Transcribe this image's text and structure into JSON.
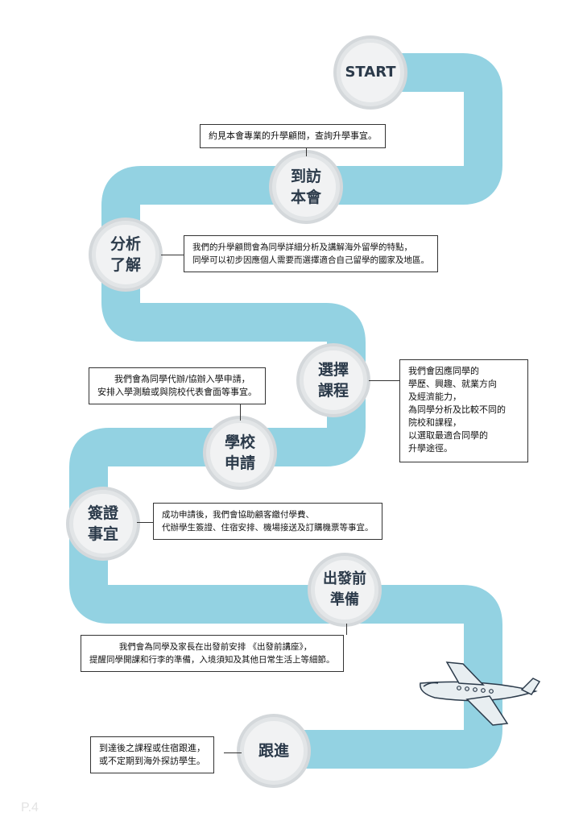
{
  "colors": {
    "path": "#93d2e2",
    "node_fill": "#f1f2f3",
    "node_text": "#2b3a4a"
  },
  "steps": [
    {
      "label": "START"
    },
    {
      "label": "到訪\n本會",
      "desc": "約見本會專業的升學顧問，查詢升學事宜。"
    },
    {
      "label": "分析\n了解",
      "desc": "我們的升學顧問會為同學詳細分析及講解海外留學的特點，\n同學可以初步因應個人需要而選擇適合自己留學的國家及地區。"
    },
    {
      "label": "選擇\n課程",
      "desc": "我們會因應同學的\n學歷、興趣、就業方向\n及經濟能力，\n為同學分析及比較不同的\n院校和課程，\n以選取最適合同學的\n升學途徑。"
    },
    {
      "label": "學校\n申請",
      "desc": "      我們會為同學代辦/協辦入學申請，\n安排入學測驗或與院校代表會面等事宜。"
    },
    {
      "label": "簽證\n事宜",
      "desc": "成功申請後，我們會協助顧客繳付學費、\n代辦學生簽證、住宿安排、機場接送及訂購機票等事宜。"
    },
    {
      "label": "出發前\n準備",
      "desc": "           我們會為同學及家長在出發前安排 《出發前講座》，\n提醒同學開課和行李的準備，入境須知及其他日常生活上等細節。"
    },
    {
      "label": "跟進",
      "desc": "到達後之課程或住宿跟進，\n或不定期到海外探訪學生。"
    }
  ],
  "page_number": "P.4",
  "icons": {
    "plane": "airplane-icon"
  }
}
